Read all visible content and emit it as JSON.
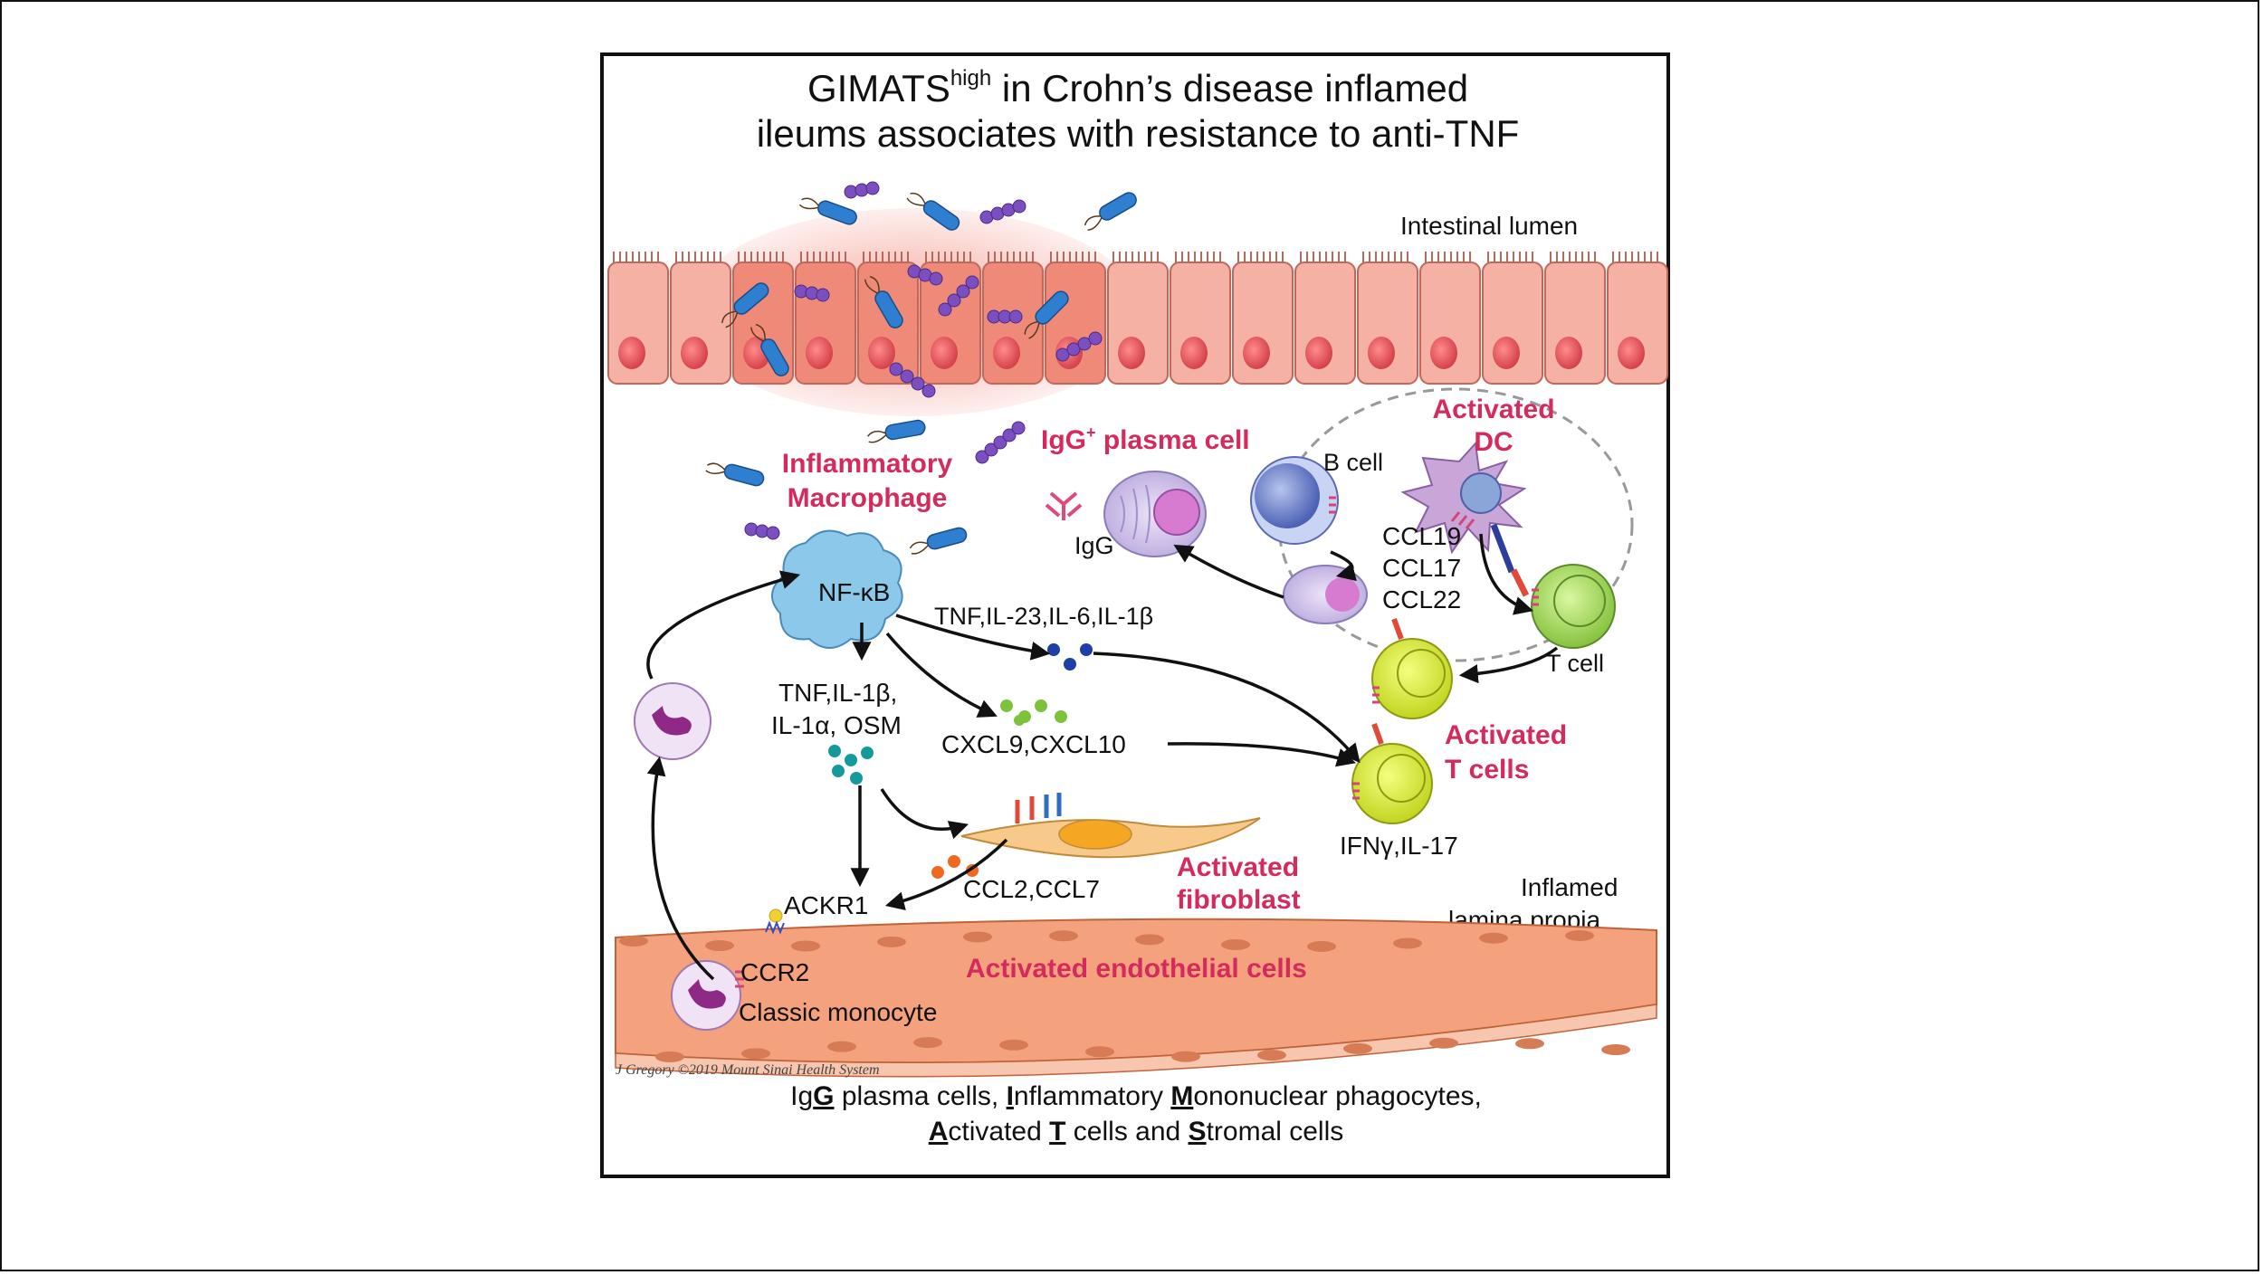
{
  "title": {
    "line1_main": "GIMATS",
    "line1_sup": "high",
    "line1_rest": " in Crohn’s disease inflamed",
    "line2": "ileums associates with resistance to anti-TNF"
  },
  "labels": {
    "intestinal_lumen": "Intestinal lumen",
    "igg_plasma_cell": "IgG",
    "igg_plasma_cell_sup": "+",
    "igg_plasma_cell_rest": " plasma cell",
    "activated_dc_line1": "Activated",
    "activated_dc_line2": "DC",
    "b_cell": "B cell",
    "inflammatory_macrophage_line1": "Inflammatory",
    "inflammatory_macrophage_line2": "Macrophage",
    "igg": "IgG",
    "nfkb": "NF-κB",
    "ccl19": "CCL19",
    "ccl17": "CCL17",
    "ccl22": "CCL22",
    "tnf_il23": "TNF,IL-23,IL-6,IL-1β",
    "t_cell": "T cell",
    "tnf_il1b_line1": "TNF,IL-1β,",
    "tnf_il1b_line2": "IL-1α, OSM",
    "cxcl9": "CXCL9,CXCL10",
    "activated_t_cells_line1": "Activated",
    "activated_t_cells_line2": "T cells",
    "ifng": "IFNγ,IL-17",
    "activated_fibroblast_line1": "Activated",
    "activated_fibroblast_line2": "fibroblast",
    "ccl2_ccl7": "CCL2,CCL7",
    "ackr1": "ACKR1",
    "inflamed_line1": "Inflamed",
    "inflamed_line2": "lamina propia",
    "ccr2": "CCR2",
    "activated_endothelial": "Activated endothelial cells",
    "classic_monocyte": "Classic monocyte",
    "credit": "J Gregory ©2019 Mount Sinai Health System"
  },
  "footer": {
    "line1": [
      {
        "text": "Ig",
        "bold": false
      },
      {
        "text": "G",
        "bold": true
      },
      {
        "text": " plasma cells, ",
        "bold": false
      },
      {
        "text": "I",
        "bold": true
      },
      {
        "text": "nflammatory ",
        "bold": false
      },
      {
        "text": "M",
        "bold": true
      },
      {
        "text": "ononuclear phagocytes,",
        "bold": false
      }
    ],
    "line2": [
      {
        "text": "A",
        "bold": true
      },
      {
        "text": "ctivated ",
        "bold": false
      },
      {
        "text": "T",
        "bold": true
      },
      {
        "text": " cells and ",
        "bold": false
      },
      {
        "text": "S",
        "bold": true
      },
      {
        "text": "tromal cells",
        "bold": false
      }
    ]
  },
  "colors": {
    "accent_red": "#d42a5c",
    "epithelium": "#f4a59a",
    "inflamed_glow": "#ef5a4a",
    "endothelium": "#f4a27e",
    "macrophage": "#8cc8ea",
    "t_cell": "#d8ea3a",
    "fibroblast": "#f7c98a"
  }
}
